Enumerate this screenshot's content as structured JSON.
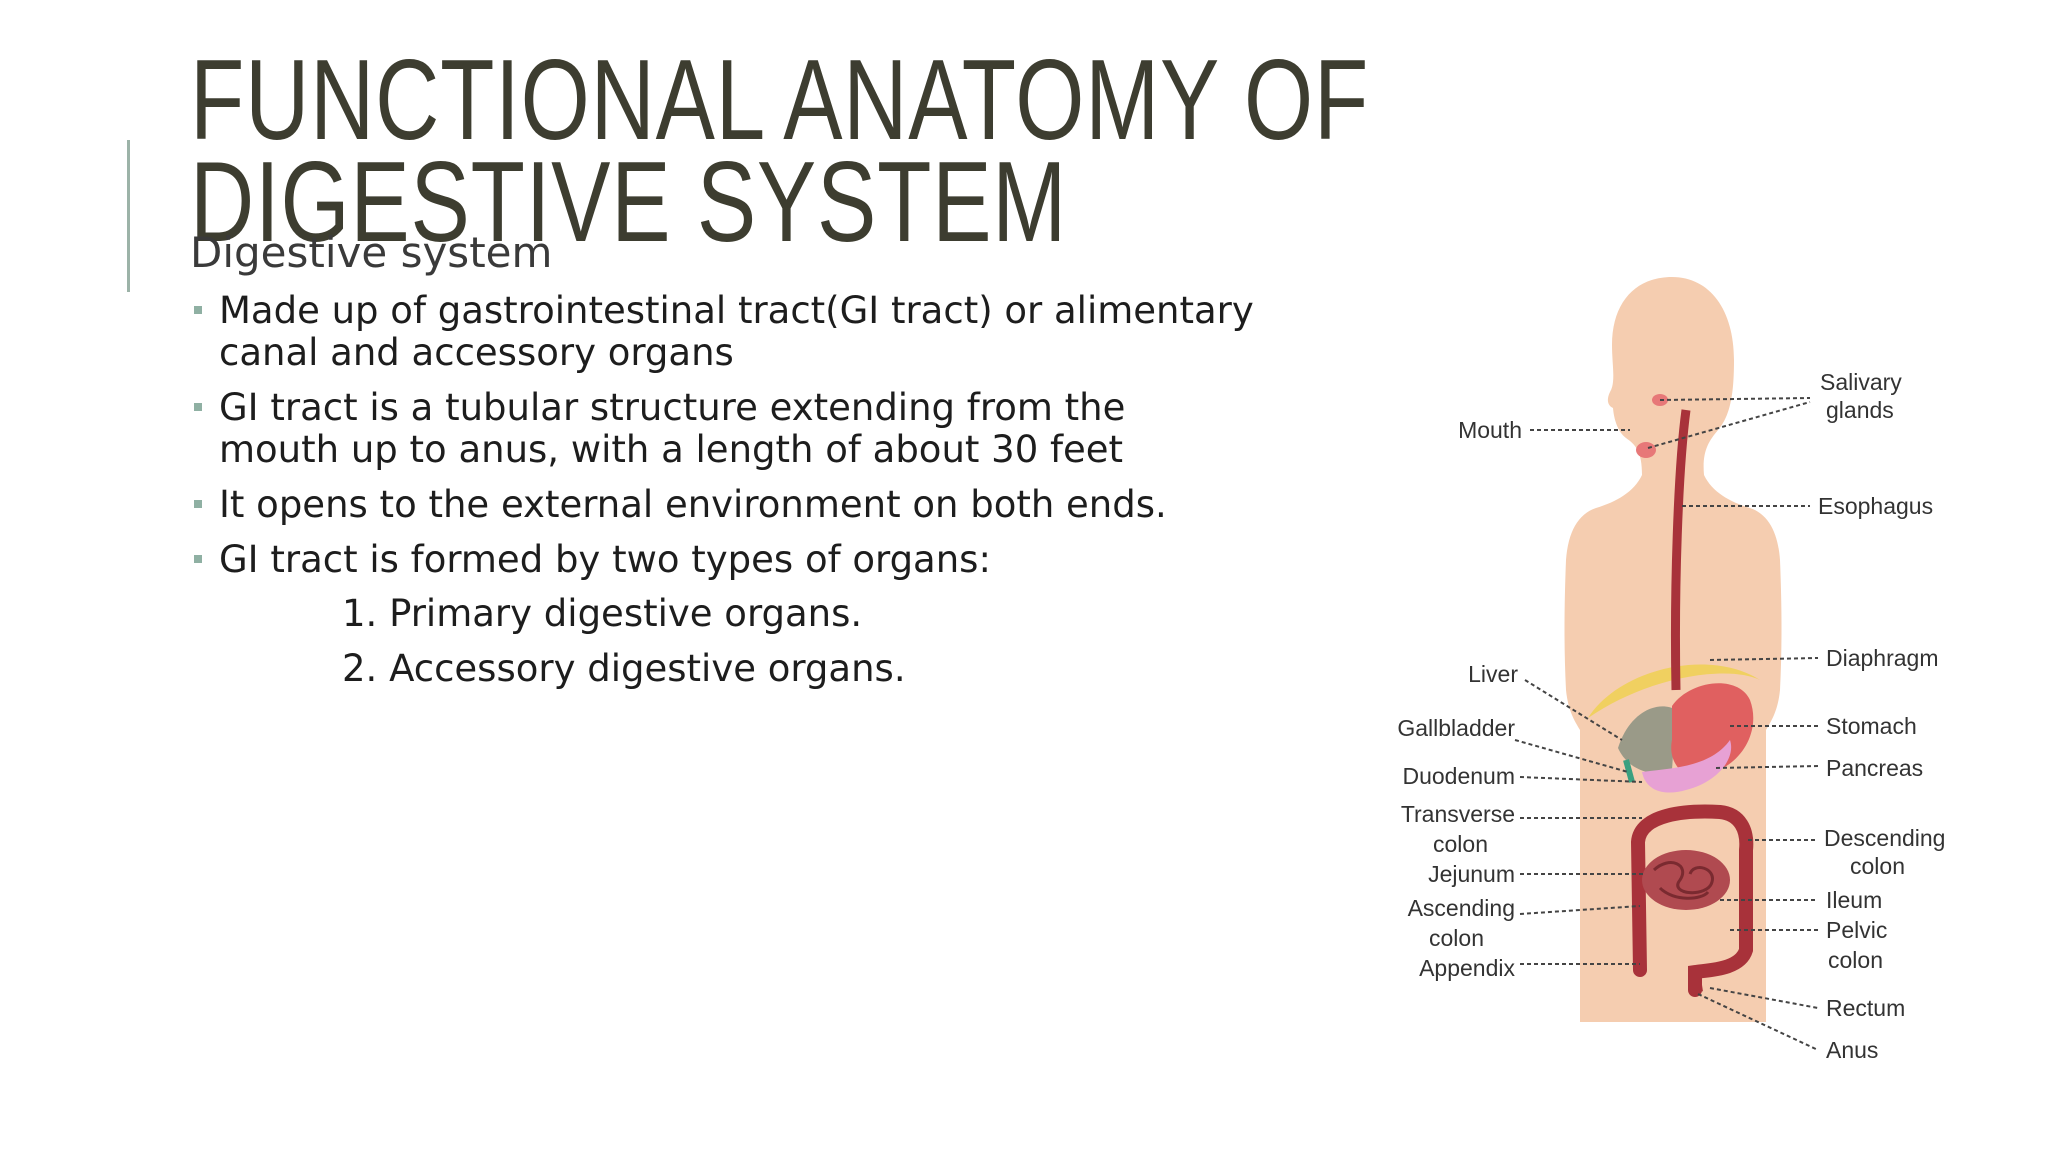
{
  "slide": {
    "title_line1": "FUNCTIONAL ANATOMY OF",
    "title_line2": "DIGESTIVE SYSTEM",
    "subtitle": "Digestive system",
    "bullets": [
      "Made up of gastrointestinal tract(GI tract) or alimentary canal and accessory organs",
      "GI tract is a tubular structure extending from the mouth up to anus, with a length of about 30 feet",
      "It opens to the external environment on both ends.",
      "GI tract is formed by two types of organs:"
    ],
    "numbered": [
      "1. Primary digestive organs.",
      "2. Accessory digestive organs."
    ]
  },
  "diagram": {
    "labels_left": {
      "mouth": "Mouth",
      "liver": "Liver",
      "gallbladder": "Gallbladder",
      "duodenum": "Duodenum",
      "transverse_1": "Transverse",
      "transverse_2": "colon",
      "jejunum": "Jejunum",
      "ascending_1": "Ascending",
      "ascending_2": "colon",
      "appendix": "Appendix"
    },
    "labels_right": {
      "salivary_1": "Salivary",
      "salivary_2": "glands",
      "esophagus": "Esophagus",
      "diaphragm": "Diaphragm",
      "stomach": "Stomach",
      "pancreas": "Pancreas",
      "descending_1": "Descending",
      "descending_2": "colon",
      "ileum": "Ileum",
      "pelvic_1": "Pelvic",
      "pelvic_2": "colon",
      "rectum": "Rectum",
      "anus": "Anus"
    },
    "colors": {
      "skin": "#f5cdb0",
      "tract": "#a8323a",
      "stomach": "#e06060",
      "liver": "#9a9a88",
      "pancreas": "#e7a1d4",
      "diaphragm": "#f0d060"
    }
  }
}
